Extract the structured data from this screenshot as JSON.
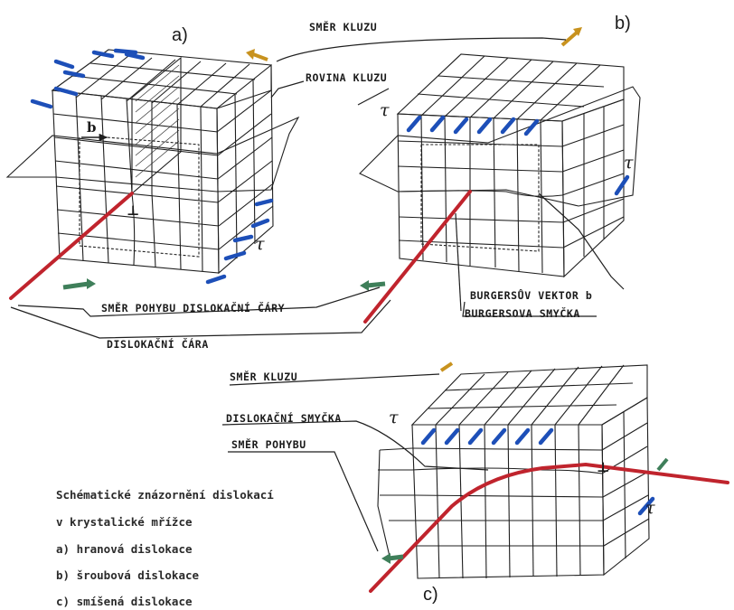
{
  "panels": {
    "a": "a)",
    "b": "b)",
    "c": "c)"
  },
  "labels": {
    "smer_kluzu_top": "SMĚR KLUZU",
    "rovina_kluzu": "ROVINA KLUZU",
    "smer_pohybu_dislokacni_cary": "SMĚR POHYBU DISLOKAČNÍ ČÁRY",
    "dislokacni_cara": "DISLOKAČNÍ ČÁRA",
    "burgersuv_vektor": "BURGERSŮV VEKTOR b",
    "burgersova_smycka": "BURGERSOVA SMYČKA",
    "smer_kluzu_c": "SMĚR KLUZU",
    "dislokacni_smycka": "DISLOKAČNÍ SMYČKA",
    "smer_pohybu": "SMĚR POHYBU"
  },
  "symbols": {
    "tau": "τ",
    "burgers": "b",
    "edge": "⊥"
  },
  "legend": {
    "title_line1": "Schématické znázornění dislokací",
    "title_line2": "v krystalické mřížce",
    "item_a": "a) hranová dislokace",
    "item_b": "b) šroubová dislokace",
    "item_c": "c) smíšená dislokace"
  },
  "colors": {
    "dislocation_line": "#c0242d",
    "shear_arrows": "#1d4fb8",
    "motion_arrow": "#3f7f5a",
    "slip_arrow": "#d4a62a"
  }
}
